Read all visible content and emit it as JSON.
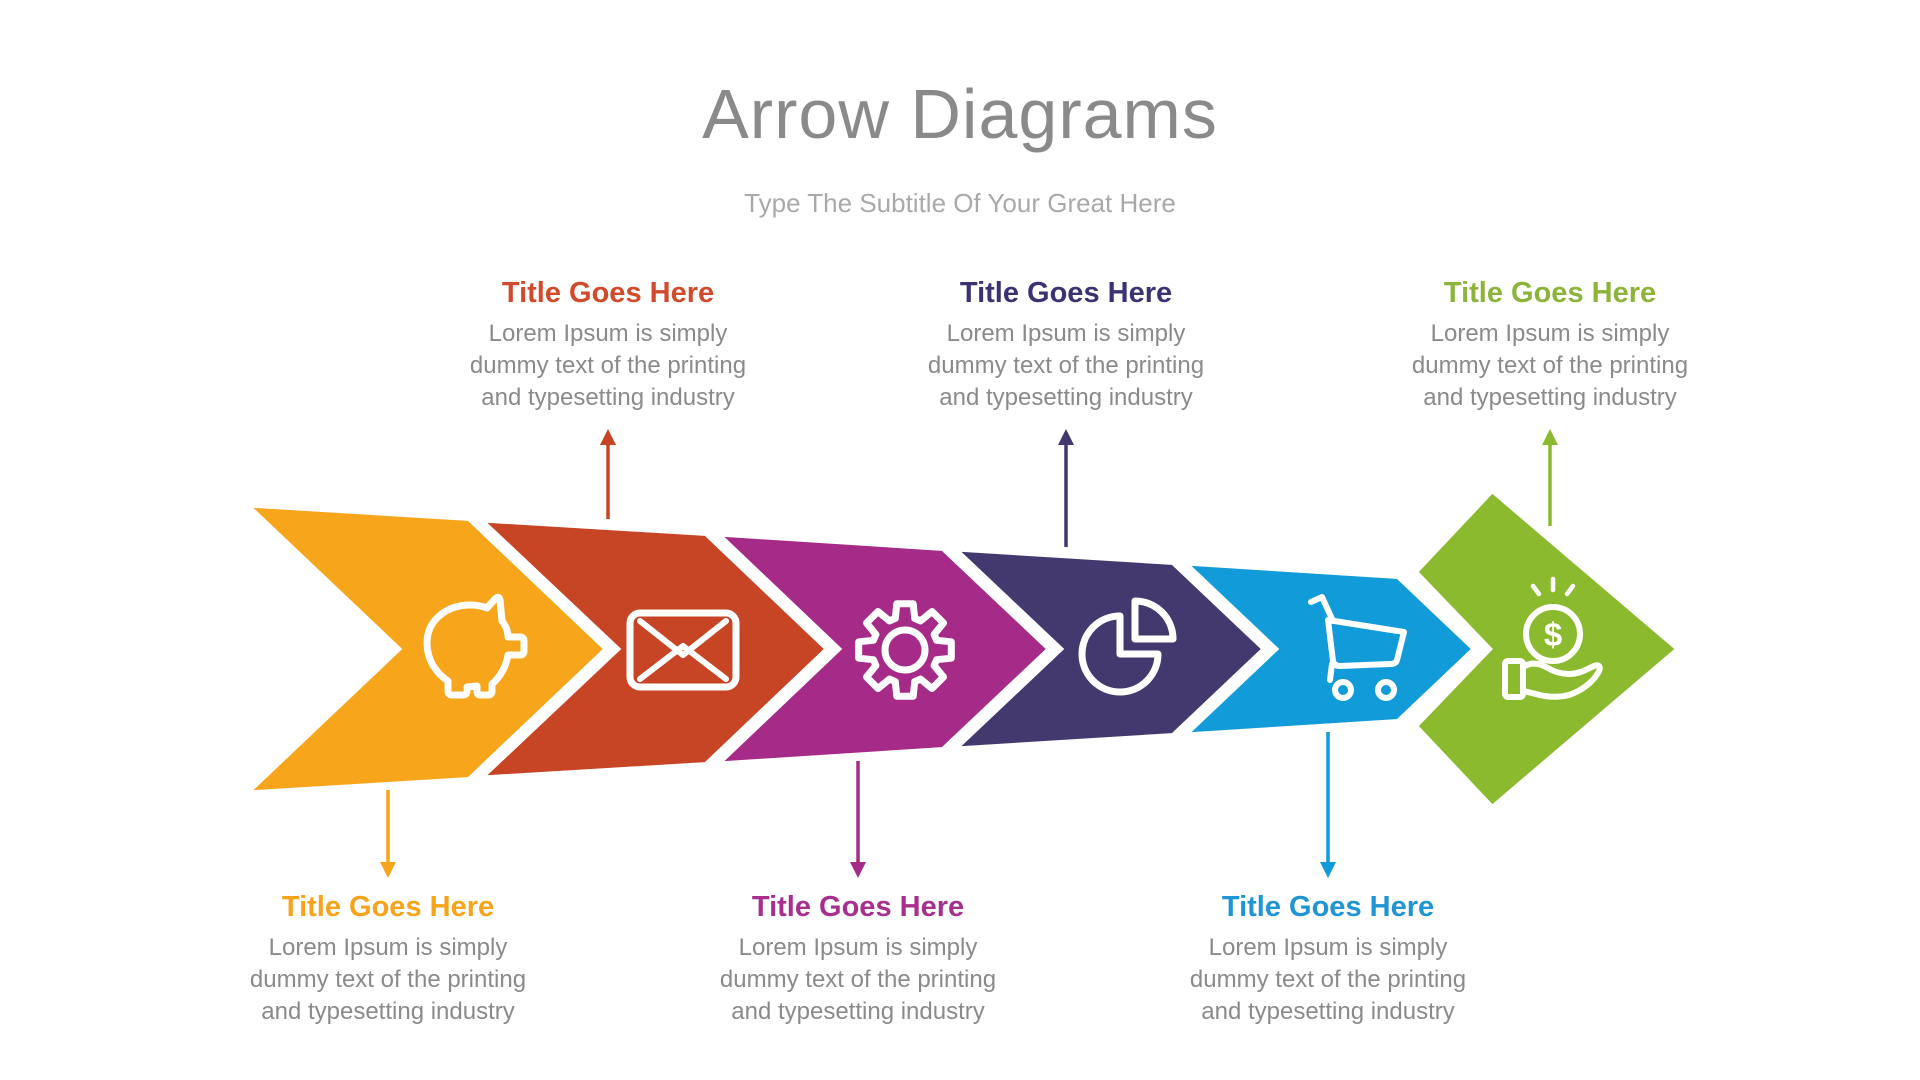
{
  "header": {
    "title": "Arrow Diagrams",
    "subtitle": "Type The Subtitle Of Your Great Here"
  },
  "text_colors": {
    "heading": "#8a8a8a",
    "subtitle": "#a9a9a9",
    "body": "#8a8a8a"
  },
  "segments": [
    {
      "title": "Title Goes Here",
      "body": [
        "Lorem Ipsum is simply",
        "dummy text of the printing",
        "and typesetting industry"
      ],
      "shape_color": "#F7A51B",
      "text_color": "#F7A41A",
      "icon": "piggy-bank-icon",
      "callout_position": "bottom"
    },
    {
      "title": "Title Goes Here",
      "body": [
        "Lorem Ipsum is simply",
        "dummy text of the printing",
        "and typesetting industry"
      ],
      "shape_color": "#C74424",
      "text_color": "#D14A2B",
      "icon": "envelope-icon",
      "callout_position": "top"
    },
    {
      "title": "Title Goes Here",
      "body": [
        "Lorem Ipsum is simply",
        "dummy text of the printing",
        "and typesetting industry"
      ],
      "shape_color": "#A62B88",
      "text_color": "#A7308E",
      "icon": "gear-icon",
      "callout_position": "bottom"
    },
    {
      "title": "Title Goes Here",
      "body": [
        "Lorem Ipsum is simply",
        "dummy text of the printing",
        "and typesetting industry"
      ],
      "shape_color": "#43396F",
      "text_color": "#3A3272",
      "icon": "pie-chart-icon",
      "callout_position": "top"
    },
    {
      "title": "Title Goes Here",
      "body": [
        "Lorem Ipsum is simply",
        "dummy text of the printing",
        "and typesetting industry"
      ],
      "shape_color": "#119BD8",
      "text_color": "#2095D4",
      "icon": "shopping-cart-icon",
      "callout_position": "bottom"
    },
    {
      "title": "Title Goes Here",
      "body": [
        "Lorem Ipsum is simply",
        "dummy text of the printing",
        "and typesetting industry"
      ],
      "shape_color": "#8CBA2F",
      "text_color": "#8CB43B",
      "icon": "hand-coin-icon",
      "callout_position": "top"
    }
  ]
}
